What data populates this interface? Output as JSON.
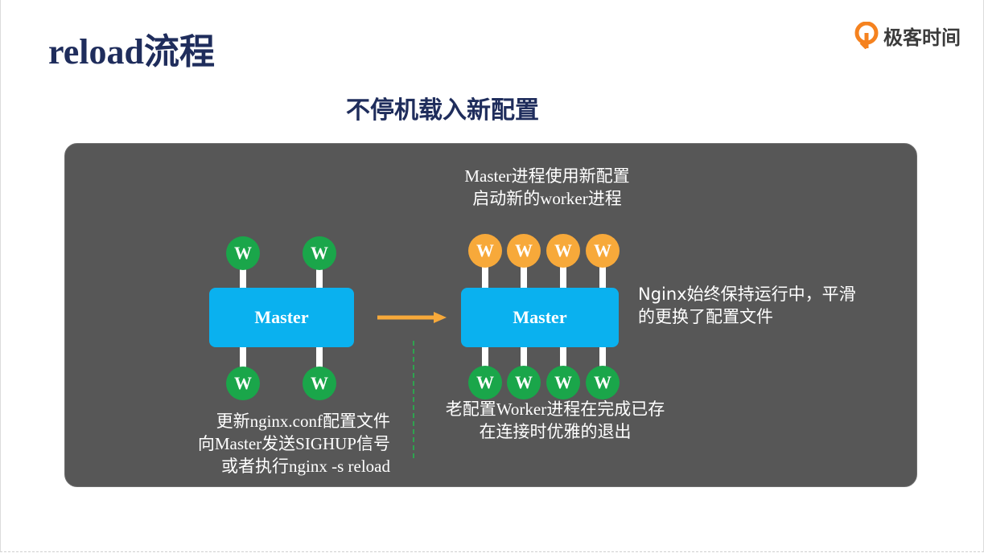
{
  "page": {
    "title": "reload流程",
    "subtitle": "不停机载入新配置",
    "brand": {
      "name": "极客时间",
      "icon": "geektime-logo-icon",
      "color": "#f5821f"
    }
  },
  "diagram": {
    "before": {
      "master_label": "Master",
      "worker_label": "W",
      "worker_color": "#1aa64a",
      "caption_lines": [
        "更新nginx.conf配置文件",
        "向Master发送SIGHUP信号",
        "或者执行nginx -s reload"
      ]
    },
    "after": {
      "master_label": "Master",
      "new_worker_label": "W",
      "old_worker_label": "W",
      "new_worker_color": "#f7a93a",
      "old_worker_color": "#1aa64a",
      "top_caption_lines": [
        "Master进程使用新配置",
        "启动新的worker进程"
      ],
      "bottom_caption_lines": [
        "老配置Worker进程在完成已存",
        "在连接时优雅的退出"
      ]
    },
    "side_note_lines": [
      "Nginx始终保持运行中，平滑",
      "的更换了配置文件"
    ],
    "arrow_color": "#f7a93a",
    "master_color": "#0ab1ef"
  }
}
